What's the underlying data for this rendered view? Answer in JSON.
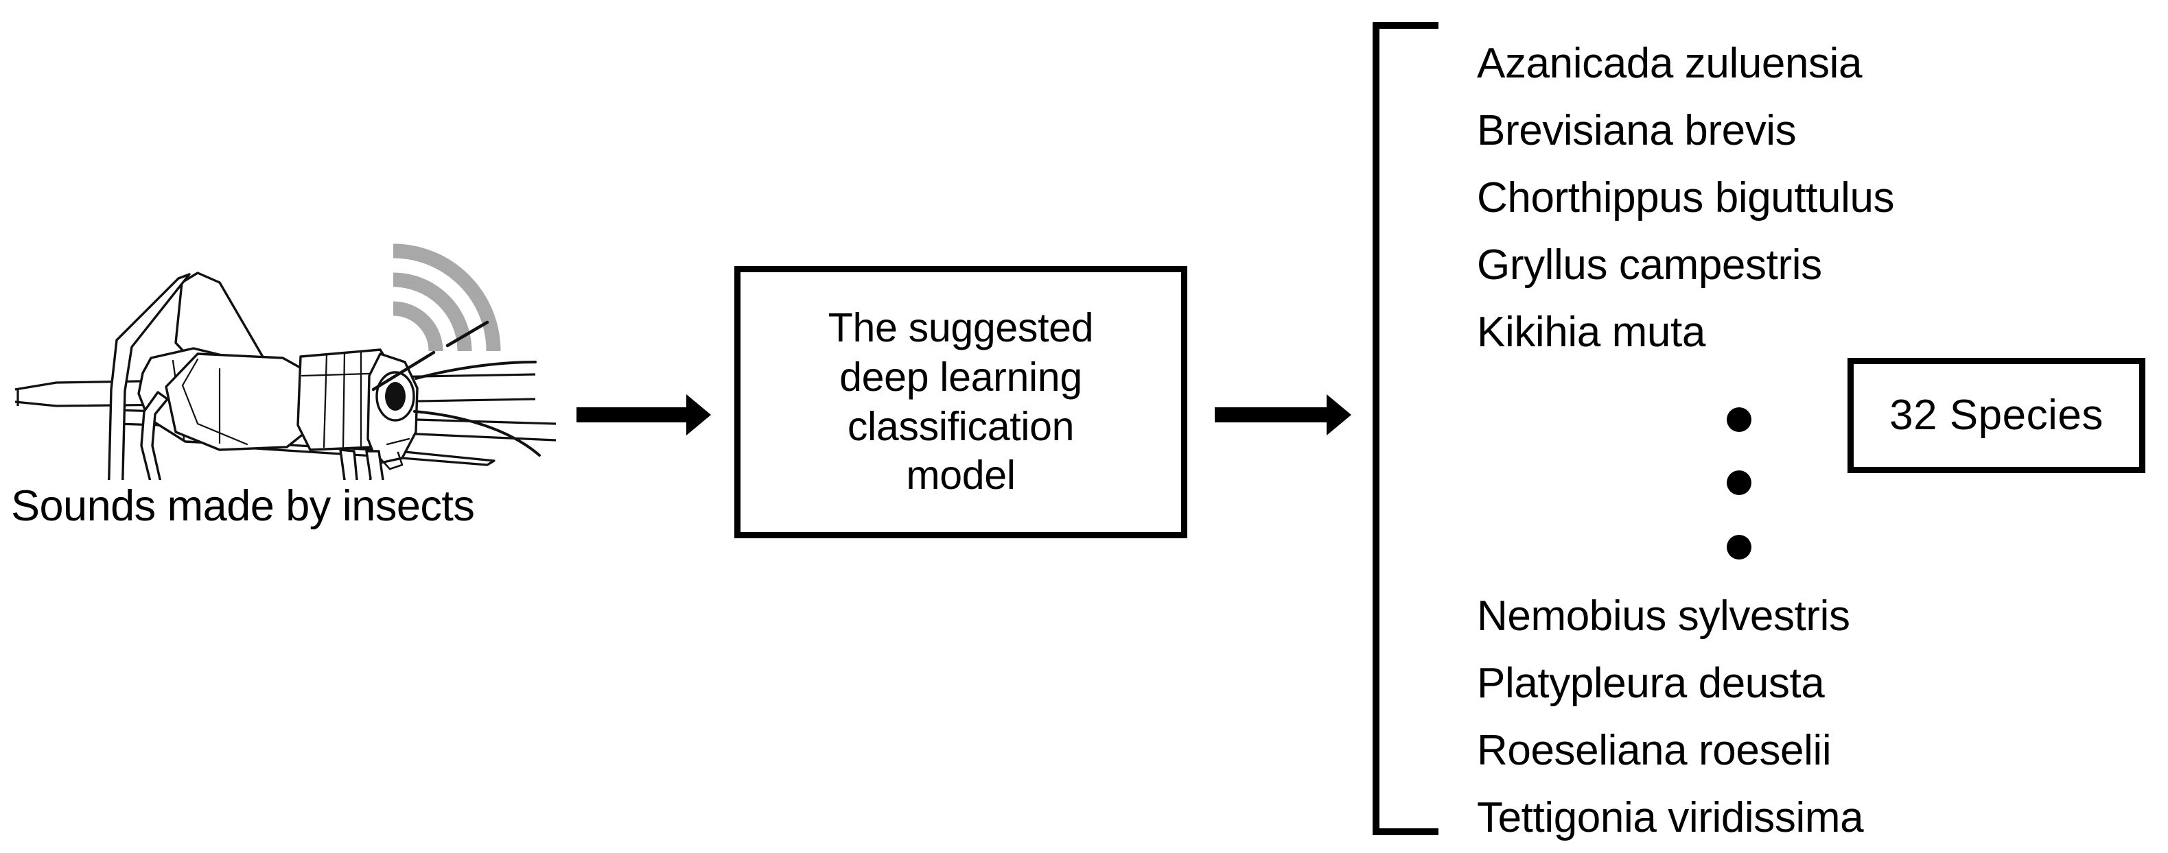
{
  "figure": {
    "type": "pipeline-diagram",
    "background_color": "#ffffff",
    "ink_color": "#000000",
    "soundwave_color": "#a8a8a8"
  },
  "input_stage": {
    "illustration_name": "grasshopper-cricket-line-art",
    "caption": "Sounds made by insects",
    "soundwave_arcs": 3
  },
  "arrows": {
    "arrow_1_name": "arrow-input-to-model",
    "arrow_2_name": "arrow-model-to-output"
  },
  "model_stage": {
    "label": "The suggested deep learning classification model",
    "lines": [
      "The suggested",
      "deep learning",
      "classification",
      "model"
    ]
  },
  "output_stage": {
    "bracket_name": "left-curly-bracket",
    "species_top": [
      "Azanicada zuluensia",
      "Brevisiana brevis",
      "Chorthippus biguttulus",
      "Gryllus campestris",
      "Kikihia muta"
    ],
    "ellipsis": "• • •",
    "species_bottom": [
      "Nemobius sylvestris",
      "Platypleura deusta",
      "Roeseliana roeselii",
      "Tettigonia viridissima"
    ],
    "count_badge": "32 Species"
  }
}
